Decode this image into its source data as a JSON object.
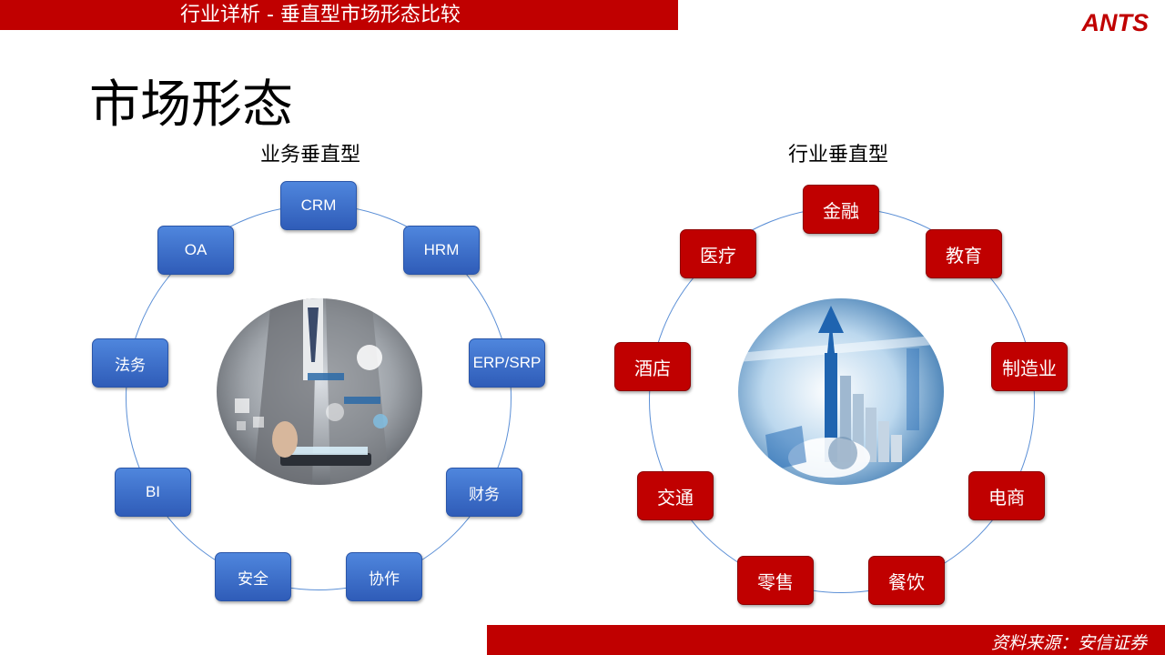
{
  "header": {
    "title": "行业详析  -  垂直型市场形态比较",
    "logo": "ANTS"
  },
  "page_title": "市场形态",
  "left": {
    "title": "业务垂直型",
    "nodes": [
      "CRM",
      "HRM",
      "ERP/SRP",
      "财务",
      "协作",
      "安全",
      "BI",
      "法务",
      "OA"
    ]
  },
  "right": {
    "title": "行业垂直型",
    "nodes": [
      "金融",
      "教育",
      "制造业",
      "电商",
      "餐饮",
      "零售",
      "交通",
      "酒店",
      "医疗"
    ]
  },
  "footer": {
    "source": "资料来源：安信证券"
  },
  "colors": {
    "brand_red": "#c00000",
    "node_blue": "#3b6cc8",
    "ring_blue": "#5b8fd6"
  }
}
